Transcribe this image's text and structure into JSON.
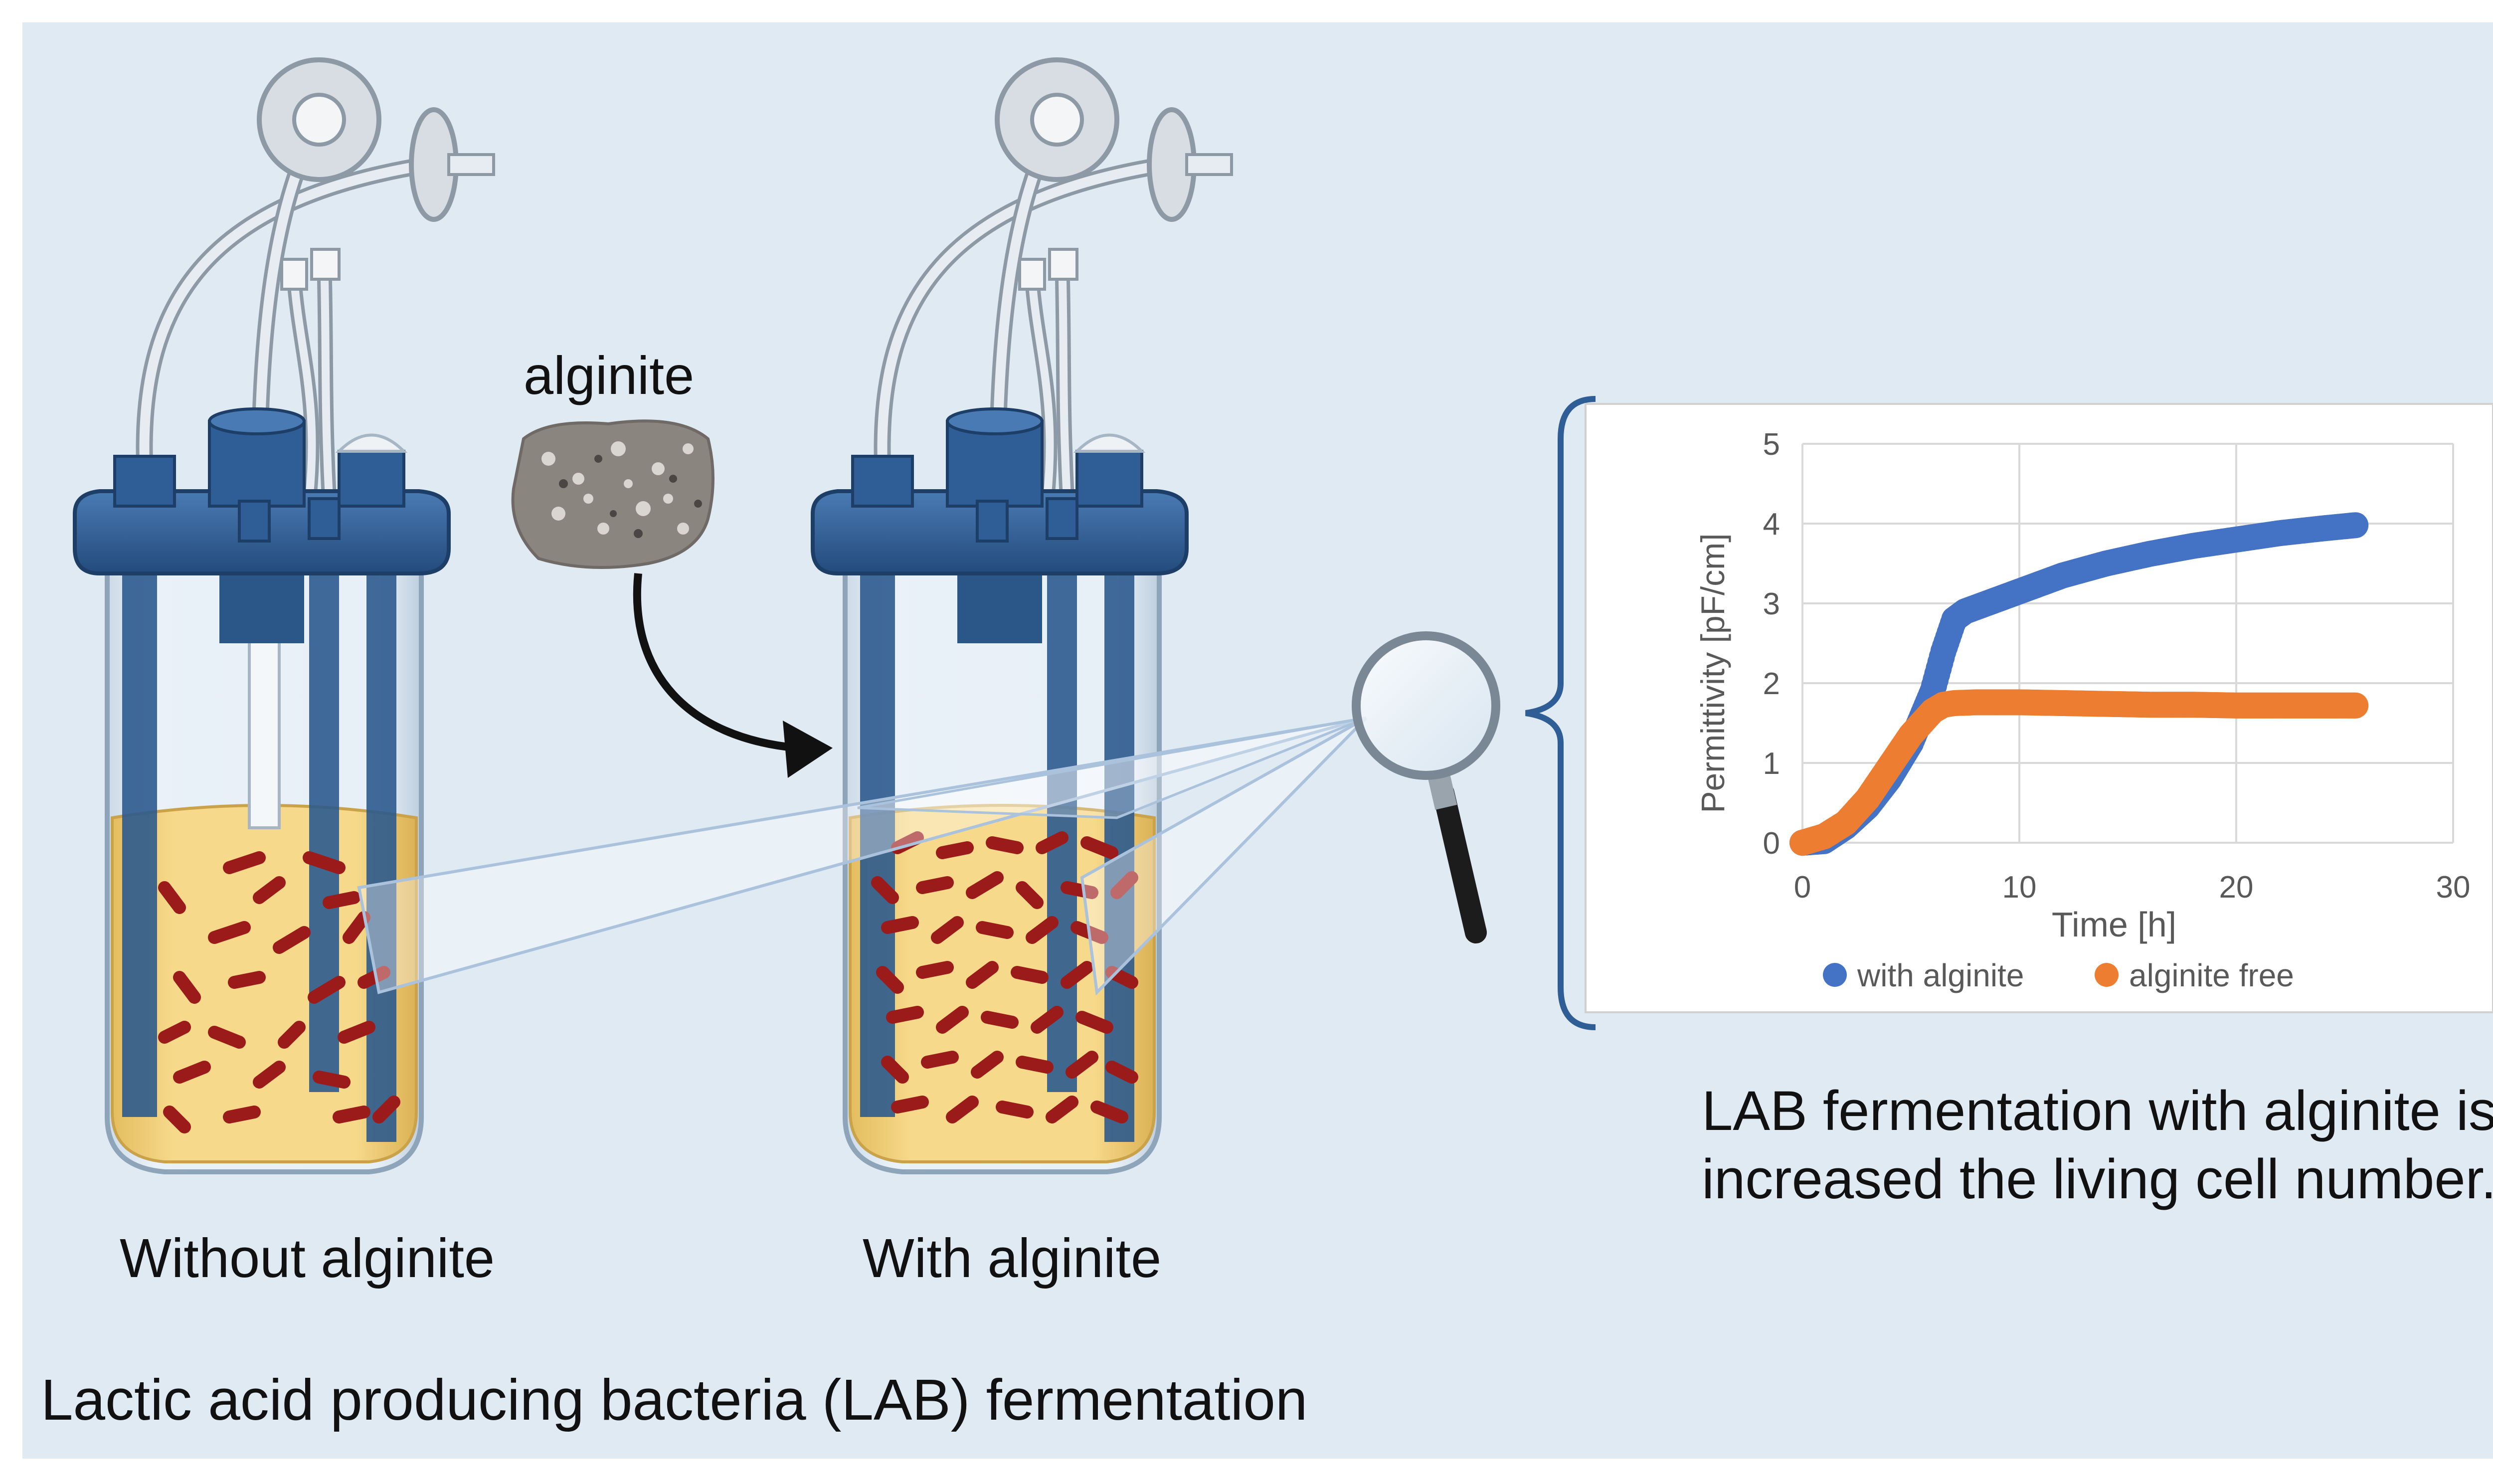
{
  "title": "Lactic acid producing bacteria (LAB) fermentation",
  "labels": {
    "without": "Without alginite",
    "with": "With alginite",
    "alginite": "alginite"
  },
  "conclusion": {
    "line1": "LAB fermentation with alginite is",
    "line2": "increased the living cell number."
  },
  "colors": {
    "background": "#dfeaf3",
    "vessel_lid": "#2f5d95",
    "medium": "#f2cf78",
    "bacteria": "#9b1b1b",
    "with_alginite": "#4472c4",
    "alginite_free": "#ed7d31"
  },
  "chart_data": {
    "type": "scatter",
    "title": "",
    "xlabel": "Time [h]",
    "ylabel": "Permittivity [pF/cm]",
    "xlim": [
      0,
      30
    ],
    "ylim": [
      0,
      5
    ],
    "xticks": [
      "0",
      "10",
      "20",
      "30"
    ],
    "yticks": [
      "0",
      "1",
      "2",
      "3",
      "4",
      "5"
    ],
    "grid": true,
    "legend_position": "bottom",
    "series": [
      {
        "name": "with alginite",
        "color": "#4472c4",
        "x": [
          0,
          1,
          2,
          3,
          4,
          5,
          6,
          6.5,
          7,
          7.5,
          8,
          9,
          10,
          12,
          14,
          16,
          18,
          20,
          22,
          24,
          25.5
        ],
        "y": [
          0,
          0.02,
          0.2,
          0.45,
          0.8,
          1.25,
          1.9,
          2.4,
          2.8,
          2.9,
          2.95,
          3.05,
          3.15,
          3.35,
          3.5,
          3.62,
          3.72,
          3.8,
          3.88,
          3.94,
          3.98
        ]
      },
      {
        "name": "alginite free",
        "color": "#ed7d31",
        "x": [
          0,
          1,
          2,
          3,
          4,
          5,
          6,
          6.5,
          7,
          8,
          10,
          12,
          14,
          16,
          18,
          20,
          22,
          24,
          25.5
        ],
        "y": [
          0,
          0.08,
          0.25,
          0.55,
          0.95,
          1.35,
          1.65,
          1.73,
          1.75,
          1.76,
          1.76,
          1.75,
          1.74,
          1.73,
          1.73,
          1.72,
          1.72,
          1.72,
          1.72
        ]
      }
    ]
  }
}
